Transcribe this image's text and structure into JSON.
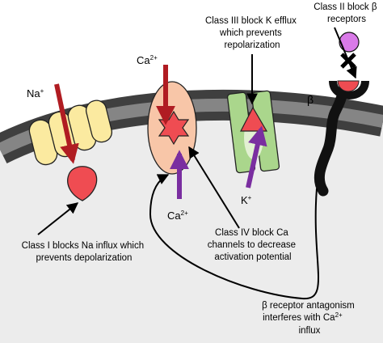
{
  "labels": {
    "na": {
      "main": "Na",
      "sup": "+"
    },
    "ca_top": {
      "main": "Ca",
      "sup": "2+"
    },
    "ca_bottom": {
      "main": "Ca",
      "sup": "2+"
    },
    "k": {
      "main": "K",
      "sup": "+"
    },
    "beta": "β",
    "class3": [
      "Class III block K efflux",
      "which prevents",
      "repolarization"
    ],
    "class2": [
      "Class II block β",
      "receptors"
    ],
    "class1": [
      "Class I blocks Na influx which",
      "prevents depolarization"
    ],
    "class4": [
      "Class IV block Ca",
      "channels to decrease",
      "activation potential"
    ],
    "beta_antag": {
      "line1": "β receptor antagonism",
      "line2_main": "interferes with Ca",
      "line2_sup": "2+",
      "line3": "influx"
    }
  },
  "icons": [
    "sodium-channel-icon",
    "calcium-channel-icon",
    "potassium-channel-icon",
    "beta-receptor-icon",
    "antagonist-ligand-icon",
    "block-x-icon"
  ],
  "colors": {
    "membrane_dark": "#3f3f3f",
    "membrane_light": "#858585",
    "cell_interior": "#ececec",
    "na_channel": "#fbeaa0",
    "ca_channel": "#f8c6a8",
    "k_channel": "#aad68c",
    "blocker_red": "#ef4c52",
    "influx_arrow": "#b01c22",
    "efflux_arrow": "#7a2ea0",
    "ligand_purple": "#d97ae8"
  }
}
